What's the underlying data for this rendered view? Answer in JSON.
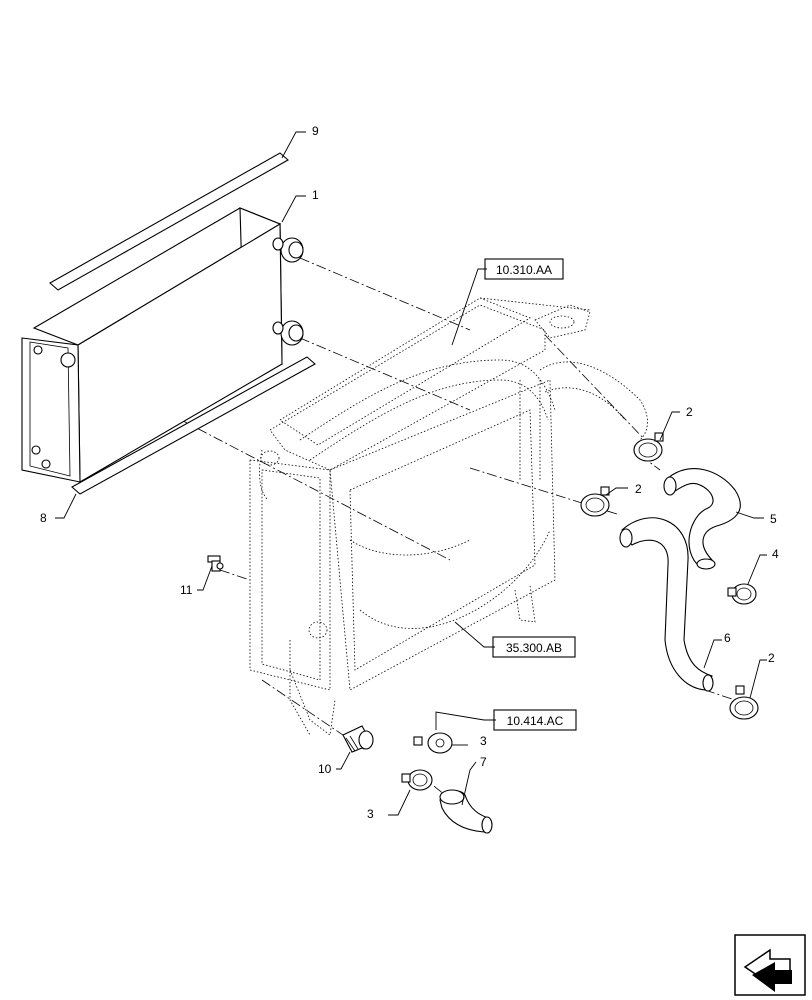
{
  "references": [
    {
      "id": "ref-10310",
      "label": "10.310.AA"
    },
    {
      "id": "ref-35300",
      "label": "35.300.AB"
    },
    {
      "id": "ref-10414",
      "label": "10.414.AC"
    }
  ],
  "callouts": {
    "c9": "9",
    "c1": "1",
    "c8": "8",
    "c11": "11",
    "c2a": "2",
    "c2b": "2",
    "c2c": "2",
    "c5": "5",
    "c4": "4",
    "c6": "6",
    "c3a": "3",
    "c3b": "3",
    "c7": "7",
    "c10": "10"
  },
  "icons": {
    "navigation": "next-page-arrow-icon"
  }
}
